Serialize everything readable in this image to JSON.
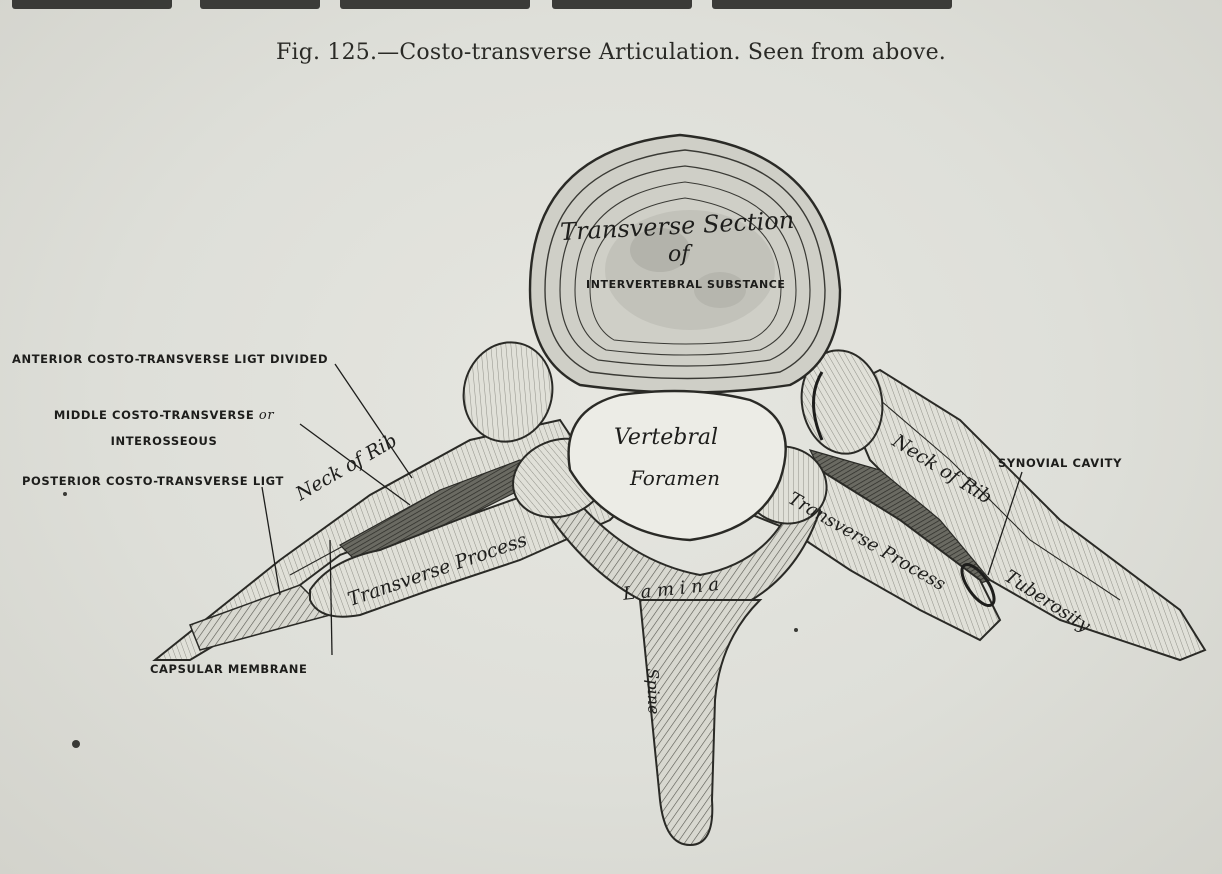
{
  "figure": {
    "caption": "Fig. 125.—Costo-transverse Articulation.   Seen from above."
  },
  "labels": {
    "anterior_ligt": "ANTERIOR COSTO-TRANSVERSE LIGT DIVIDED",
    "middle_ligt_line1_a": "MIDDLE COSTO-TRANSVERSE",
    "middle_ligt_line1_b": "or",
    "middle_ligt_line2": "INTEROSSEOUS",
    "posterior_ligt": "POSTERIOR COSTO-TRANSVERSE LIGT",
    "capsular_membrane": "CAPSULAR MEMBRANE",
    "synovial_cavity": "SYNOVIAL CAVITY",
    "transverse_section_l1": "Transverse Section",
    "transverse_section_l2": "of",
    "intervertebral_substance": "INTERVERTEBRAL SUBSTANCE",
    "vertebral": "Vertebral",
    "foramen": "Foramen",
    "neck_of_rib_left": "Neck of Rib",
    "neck_of_rib_right": "Neck of Rib",
    "transverse_process_left": "Transverse Process",
    "transverse_process_right": "Transverse Process",
    "tuberosity": "Tuberosity",
    "lamina": "L a m i n a",
    "spine": "Spine"
  }
}
